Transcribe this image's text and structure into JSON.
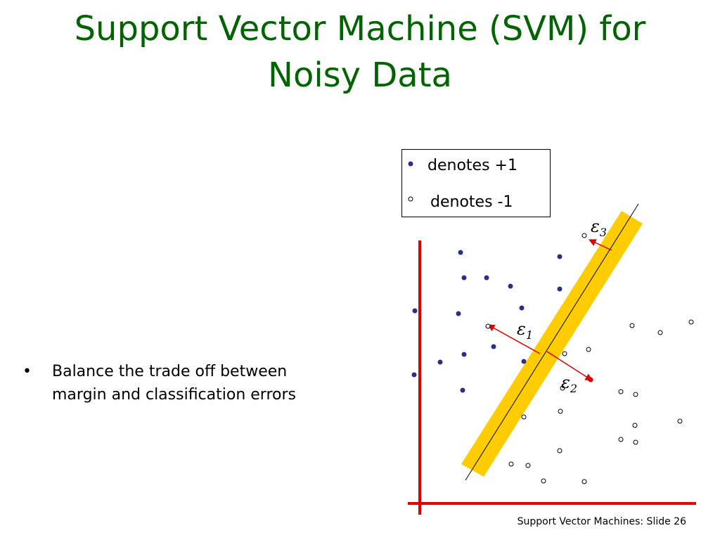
{
  "slide": {
    "title_line1": "Support Vector Machine (SVM) for",
    "title_line2": "Noisy Data",
    "bullet_symbol": "•",
    "bullet_line1": "Balance the trade off between",
    "bullet_line2": "margin and classification errors",
    "footer": "Support Vector Machines: Slide 26"
  },
  "legend": {
    "plus_label": "denotes +1",
    "minus_label": "denotes -1"
  },
  "diagram": {
    "eps1_base": "ε",
    "eps1_sub": "1",
    "eps2_base": "ε",
    "eps2_sub": "2",
    "eps3_base": "ε",
    "eps3_sub": "3",
    "colors": {
      "title": "#006400",
      "axis": "#e00000",
      "margin_band": "#ffcc00",
      "arrow": "#e00000",
      "positive_point": "#2b2f8a",
      "negative_point": "#ffffff"
    }
  }
}
